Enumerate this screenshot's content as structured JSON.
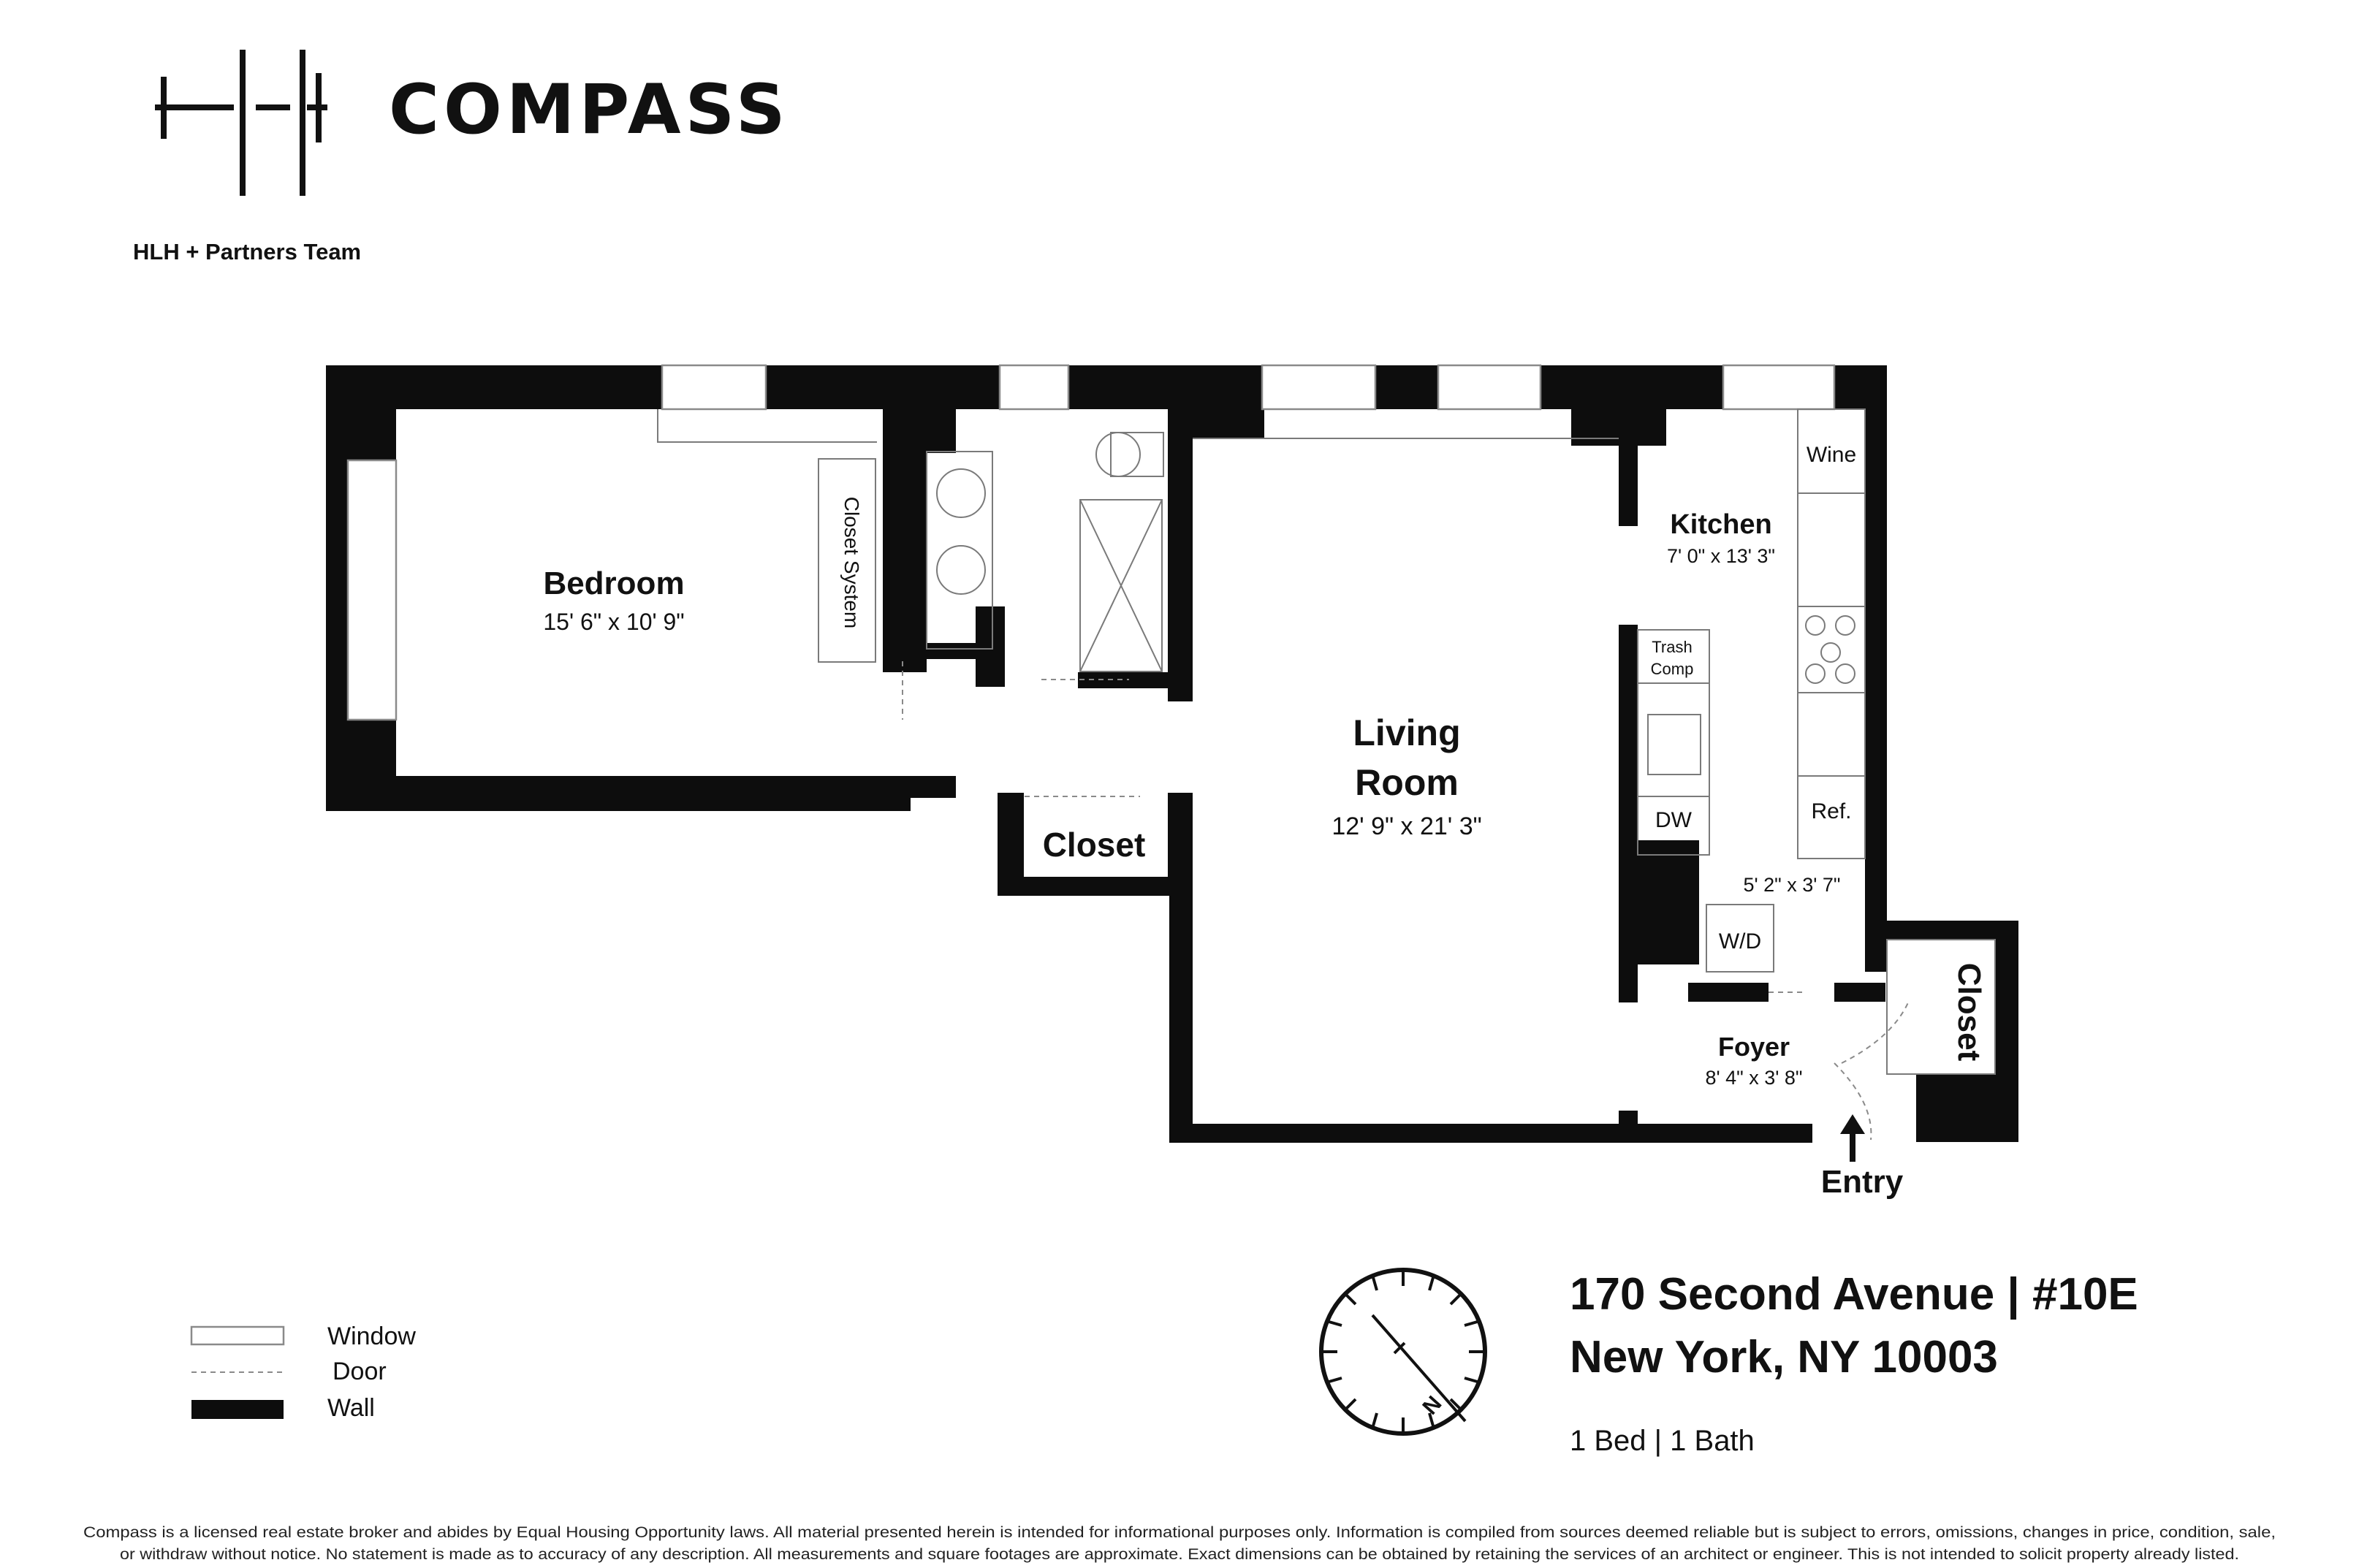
{
  "brand": {
    "logo_mark": "HLH monogram",
    "wordmark": "COMPASS",
    "team": "HLH + Partners Team"
  },
  "rooms": {
    "bedroom": {
      "name": "Bedroom",
      "dims": "15' 6\" x 10' 9\""
    },
    "closet_system": "Closet System",
    "living": {
      "name_line1": "Living",
      "name_line2": "Room",
      "dims": "12' 9\" x 21' 3\""
    },
    "kitchen": {
      "name": "Kitchen",
      "dims": "7' 0\" x 13' 3\""
    },
    "wine": "Wine",
    "trash_line1": "Trash",
    "trash_line2": "Comp",
    "dw": "DW",
    "ref": "Ref.",
    "closet_center": "Closet",
    "closet_right": "Closet",
    "laundry_dims": "5' 2\" x 3' 7\"",
    "wd": "W/D",
    "foyer": {
      "name": "Foyer",
      "dims": "8' 4\" x 3' 8\""
    },
    "entry": "Entry"
  },
  "legend": {
    "window": "Window",
    "door": "Door",
    "wall": "Wall"
  },
  "compass_rose": {
    "north_label": "N"
  },
  "listing": {
    "address_line1": "170 Second Avenue | #10E",
    "address_line2": "New York, NY 10003",
    "beds_baths": "1 Bed | 1 Bath"
  },
  "disclaimer": {
    "line1": "Compass is a licensed real estate broker and abides by Equal Housing Opportunity laws. All material presented herein is intended for informational purposes only. Information is compiled from sources deemed reliable but is subject to errors, omissions, changes in price, condition, sale,",
    "line2": "or withdraw without notice. No statement is made as to accuracy of any description. All measurements and square footages are approximate. Exact dimensions can be obtained by retaining the services of an architect or engineer. This is not intended to solicit property already listed."
  },
  "colors": {
    "wall": "#0d0d0d",
    "text": "#111111",
    "fixture_line": "#7a7a7a",
    "background": "#ffffff"
  }
}
